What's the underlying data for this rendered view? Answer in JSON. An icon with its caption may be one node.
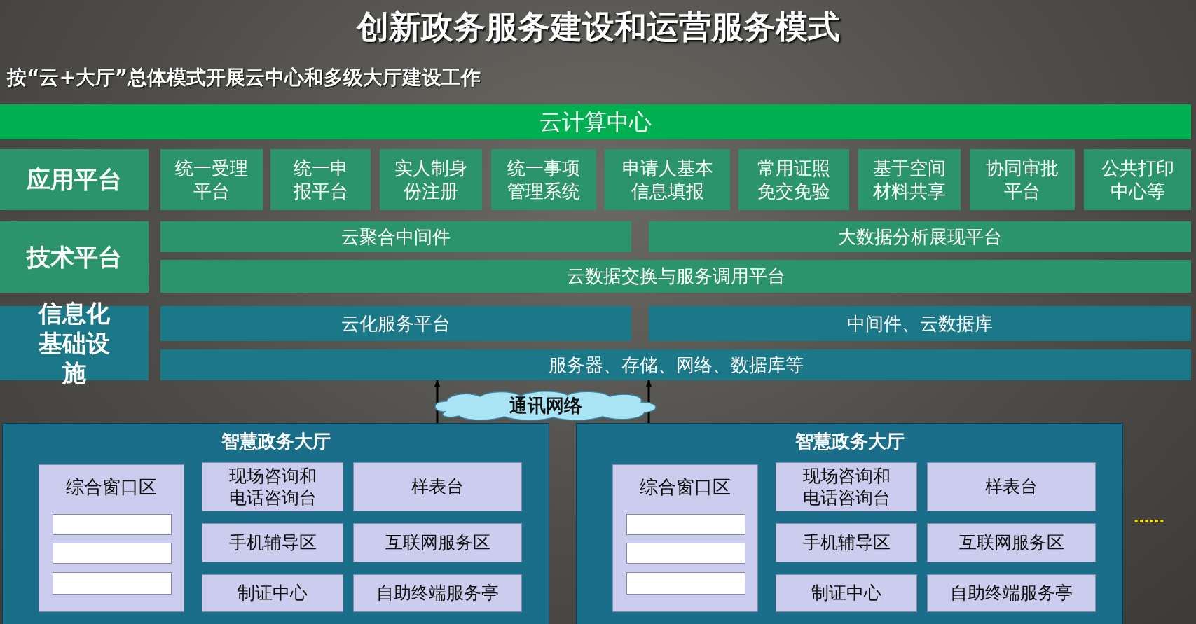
{
  "diagram": {
    "title": "创新政务服务建设和运营服务模式",
    "nodes": [
      {
        "text": [
          "云计算中心"
        ]
      },
      {
        "text": [
          "应用平台"
        ]
      },
      {
        "text": [
          "统一受理平台"
        ]
      },
      {
        "text": [
          "统一申报平台"
        ]
      },
      {
        "text": [
          "实人制身份注册"
        ]
      },
      {
        "text": [
          "统一事项管理系统"
        ]
      },
      {
        "text": [
          "申请人基本信息填报"
        ]
      },
      {
        "text": [
          "常用证照免交免验"
        ]
      },
      {
        "text": [
          "基于空间材料共享"
        ]
      },
      {
        "text": [
          "协同审批平台"
        ]
      },
      {
        "text": [
          "公共打印中心等"
        ]
      },
      {
        "text": [
          "技术平台"
        ]
      },
      {
        "text": [
          "云聚合中间件"
        ]
      },
      {
        "text": [
          "大数据分析展现平台"
        ]
      },
      {
        "text": [
          "云数据交换与服务调用平台"
        ]
      },
      {
        "text": [
          "信息化基础设施"
        ]
      },
      {
        "text": [
          "云化服务平台"
        ]
      },
      {
        "text": [
          "中间件、云数据库"
        ]
      },
      {
        "text": [
          "服务器、存储、网络、数据库等"
        ]
      },
      {
        "text": [
          "通讯网络"
        ]
      },
      {
        "text": [
          "智慧政务大厅"
        ]
      },
      {
        "text": [
          "综合窗口区"
        ],
        "in": 20
      },
      {
        "text": [],
        "shape": "box",
        "in": 21
      },
      {
        "text": [],
        "shape": "box",
        "in": 21
      },
      {
        "text": [],
        "shape": "box",
        "in": 21
      },
      {
        "text": [
          "现场咨询和电话咨询台"
        ],
        "in": 20
      },
      {
        "text": [
          "样表台"
        ],
        "in": 20
      },
      {
        "text": [
          "手机辅导区"
        ],
        "in": 20
      },
      {
        "text": [
          "互联网服务区"
        ],
        "in": 20
      },
      {
        "text": [
          "制证中心"
        ],
        "in": 20
      },
      {
        "text": [
          "自助终端服务亭"
        ],
        "in": 20
      },
      {
        "text": [
          "智慧政务大厅"
        ]
      },
      {
        "text": [
          "综合窗口区"
        ],
        "in": 31
      },
      {
        "text": [],
        "shape": "box",
        "in": 32
      },
      {
        "text": [],
        "shape": "box",
        "in": 32
      },
      {
        "text": [],
        "shape": "box",
        "in": 32
      },
      {
        "text": [
          "现场咨询和电话咨询台"
        ],
        "in": 31
      },
      {
        "text": [
          "样表台"
        ],
        "in": 31
      },
      {
        "text": [
          "手机辅导区"
        ],
        "in": 31
      },
      {
        "text": [
          "互联网服务区"
        ],
        "in": 31
      },
      {
        "text": [
          "制证中心"
        ],
        "in": 31
      },
      {
        "text": [
          "自助终端服务亭"
        ],
        "in": 31
      }
    ],
    "edges": [
      {
        "from": 20,
        "to": 18,
        "arrow": "to"
      },
      {
        "from": 31,
        "to": 18,
        "arrow": "to"
      }
    ],
    "labels": [
      "按“云+大厅”总体模式开展云中心和多级大厅建设工作",
      "……"
    ]
  }
}
